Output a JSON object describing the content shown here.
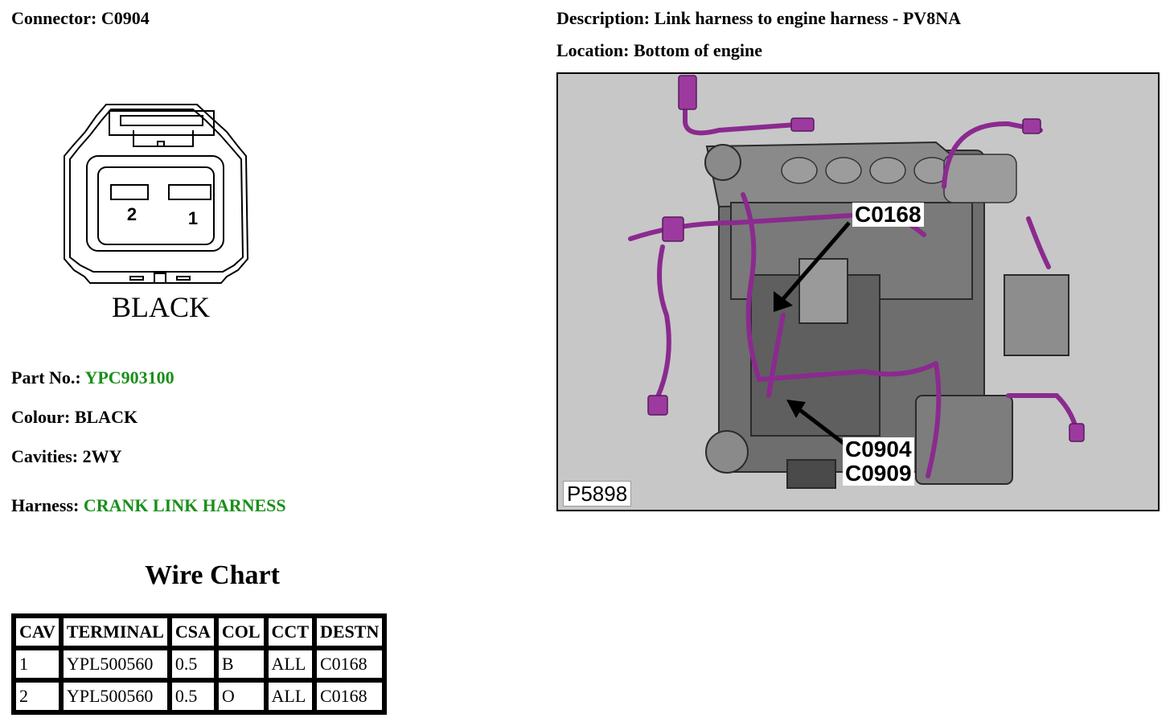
{
  "connector": {
    "label": "Connector:",
    "value": "C0904"
  },
  "description": {
    "label": "Description:",
    "value": "Link harness to engine harness - PV8NA"
  },
  "location": {
    "label": "Location:",
    "value": "Bottom of engine"
  },
  "connector_diagram": {
    "pin_labels": [
      "2",
      "1"
    ],
    "color_label": "BLACK"
  },
  "details": {
    "part_no": {
      "label": "Part No.:",
      "value": "YPC903100"
    },
    "colour": {
      "label": "Colour:",
      "value": "BLACK"
    },
    "cavities": {
      "label": "Cavities:",
      "value": "2WY"
    },
    "harness": {
      "label": "Harness:",
      "value": "CRANK LINK HARNESS"
    }
  },
  "wire_chart": {
    "title": "Wire Chart",
    "headers": [
      "CAV",
      "TERMINAL",
      "CSA",
      "COL",
      "CCT",
      "DESTN"
    ],
    "rows": [
      [
        "1",
        "YPL500560",
        "0.5",
        "B",
        "ALL",
        "C0168"
      ],
      [
        "2",
        "YPL500560",
        "0.5",
        "O",
        "ALL",
        "C0168"
      ]
    ]
  },
  "photo": {
    "callouts": [
      "C0168",
      "C0904",
      "C0909"
    ],
    "id": "P5898",
    "harness_color": "#8b2a8f"
  },
  "colors": {
    "link_green": "#1a8f1a",
    "photo_bg": "#c7c7c7"
  }
}
